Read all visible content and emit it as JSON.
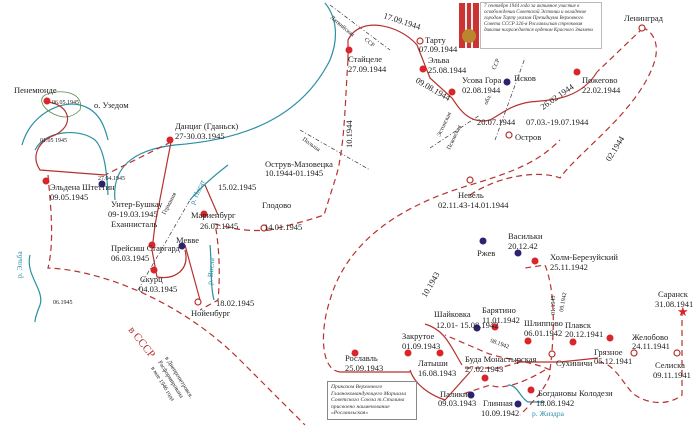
{
  "places": [
    {
      "name": "Пенемюнде",
      "date": "06.05.1945"
    },
    {
      "name": "о. Узедом",
      "date": "01.05 1945"
    },
    {
      "name": "Данциг (Гданьск)",
      "date": "27-30.03.1945"
    },
    {
      "name": "Штеттин",
      "date": "27.04.1945"
    },
    {
      "name": "Эльдена",
      "date": "09.05.1945"
    },
    {
      "name": "Острув-Мазовецка",
      "date": "10.1944-01.1945"
    },
    {
      "name": "Унтер-Бушкау",
      "date": "09-19.03.1945"
    },
    {
      "name": "Еханнисталь",
      "date": "15.02.1945"
    },
    {
      "name": "Мариенбург",
      "date": "26.01.1945"
    },
    {
      "name": "Глодово",
      "date": "14.01.1945"
    },
    {
      "name": "Мевве",
      "date": ""
    },
    {
      "name": "Прейсиш Старгард",
      "date": "06.03.1945"
    },
    {
      "name": "Скурц",
      "date": "04.03.1945"
    },
    {
      "name": "Нойенбург",
      "date": "18.02.1945"
    },
    {
      "name": "Стайцеле",
      "date": "27.09.1944"
    },
    {
      "name": "Тарту",
      "date": "07.09.1944"
    },
    {
      "name": "Эльва",
      "date": "25.08.1944"
    },
    {
      "name": "Усова Гора",
      "date": "02.08.1944"
    },
    {
      "name": "Псков",
      "date": "20.07.1944"
    },
    {
      "name": "Пожегово",
      "date": "22.02.1944"
    },
    {
      "name": "Ленинград",
      "date": "07.03.-19.07.1944"
    },
    {
      "name": "Остров",
      "date": ""
    },
    {
      "name": "Невель",
      "date": "02.11.43-14.01.1944"
    },
    {
      "name": "Ржев",
      "date": ""
    },
    {
      "name": "Васильки",
      "date": "20.12.42"
    },
    {
      "name": "Холм-Березуйский",
      "date": "25.11.1942"
    },
    {
      "name": "Саранск",
      "date": "31.08.1941"
    },
    {
      "name": "Шайковка",
      "date": "12.01- 15.08.1942"
    },
    {
      "name": "Барятино",
      "date": "11.01.1942"
    },
    {
      "name": "Шлиппово",
      "date": "06.01.1942"
    },
    {
      "name": "Плавск",
      "date": "20.12.1941"
    },
    {
      "name": "Желобово",
      "date": "24.11.1941"
    },
    {
      "name": "Закрутое",
      "date": "01.09.1943"
    },
    {
      "name": "Рославль",
      "date": "25.09.1943"
    },
    {
      "name": "Грязное",
      "date": "05.12.1941"
    },
    {
      "name": "Сухиничи",
      "date": ""
    },
    {
      "name": "Селиска",
      "date": "09.11.1941"
    },
    {
      "name": "Латыши",
      "date": "16.08.1943"
    },
    {
      "name": "Буда Монастырская",
      "date": "27.02.1943"
    },
    {
      "name": "Палики",
      "date": "09.03.1943"
    },
    {
      "name": "Богдановы Колодези",
      "date": "18.08.1942"
    },
    {
      "name": "Глинная",
      "date": "10.09.1942"
    }
  ],
  "route_dates": {
    "d1": "17.09.1944",
    "d2": "09.08.1944",
    "d3": "26.02.1944",
    "d4": "10.1944",
    "d5": "02.1944",
    "d6": "10.1943",
    "d7": "01.1943",
    "d8": "09.1942",
    "d9": "08.1942",
    "d10": "06.1945"
  },
  "regions": {
    "latvia": "Латвийская",
    "ssr1": "ССР",
    "estonia": "Эстонская",
    "ssr2": "ССР",
    "pskov": "Псковская",
    "obl": "обл.",
    "poland": "Польша",
    "germany": "Германия"
  },
  "rivers": {
    "nogat": "р. Ногат",
    "vistula": "р. Висла",
    "elbe": "р. Эльба",
    "zhizdra": "р. Жиздра"
  },
  "postwar": {
    "to_ussr": "в СССР",
    "line1": "в Днепропетровск.",
    "line2": "Расформирована",
    "line3": "в мае 1946 года"
  },
  "medal_note": "7 сентября 1944 года за активное участие в освобождении Советской Эстонии и овладение городом Тарту указом Президиума Верховного Совета СССР 326-я Рославльская стрелковая дивизия награждается орденом Красного Знамени",
  "order_note": "Приказом Верховного Главнокомандующего Маршала Советского Союза т.Сталина присвоено наименование «Рославльская»",
  "colors": {
    "route": "#b5332f",
    "river": "#2a8fa3",
    "city": "#d8262a",
    "capital": "#2a2470"
  }
}
